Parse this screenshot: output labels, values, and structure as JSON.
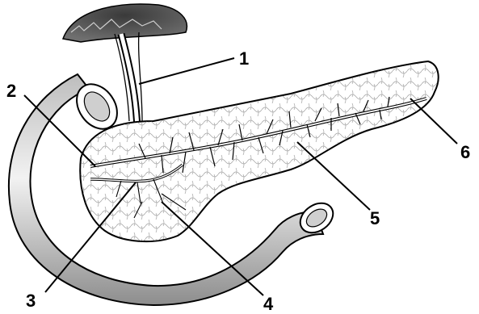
{
  "labels": {
    "l1": "1",
    "l2": "2",
    "l3": "3",
    "l4": "4",
    "l5": "5",
    "l6": "6"
  },
  "colors": {
    "ink": "#000000",
    "paper": "#ffffff",
    "shade": "#9a9a9a"
  }
}
